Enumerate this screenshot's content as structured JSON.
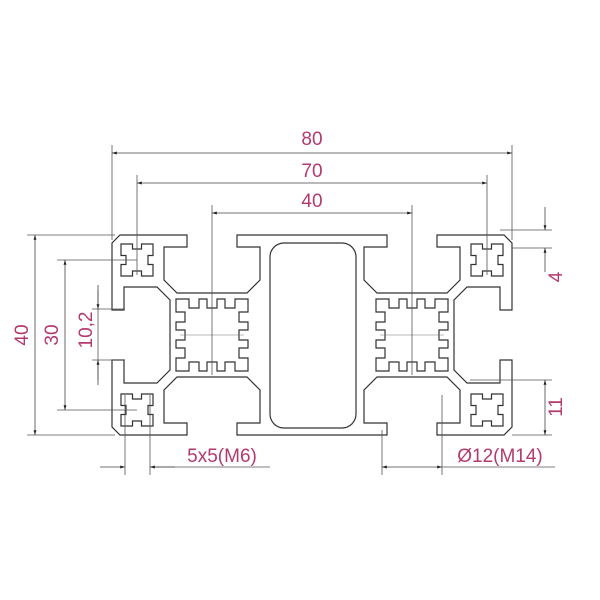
{
  "drawing": {
    "title": "Aluminium profile 40x80 cross-section",
    "colors": {
      "dimension_text": "#b33a6f",
      "outline": "#333333"
    },
    "dimensions": {
      "overall_width": "80",
      "slot_pitch_outer": "70",
      "slot_pitch_inner": "40",
      "overall_height": "40",
      "slot_pitch_vertical": "30",
      "slot_opening": "10,2",
      "lip_thickness": "4",
      "slot_center_depth": "11",
      "corner_bore": "5x5(M6)",
      "core_bore": "Ø12(M14)"
    }
  }
}
